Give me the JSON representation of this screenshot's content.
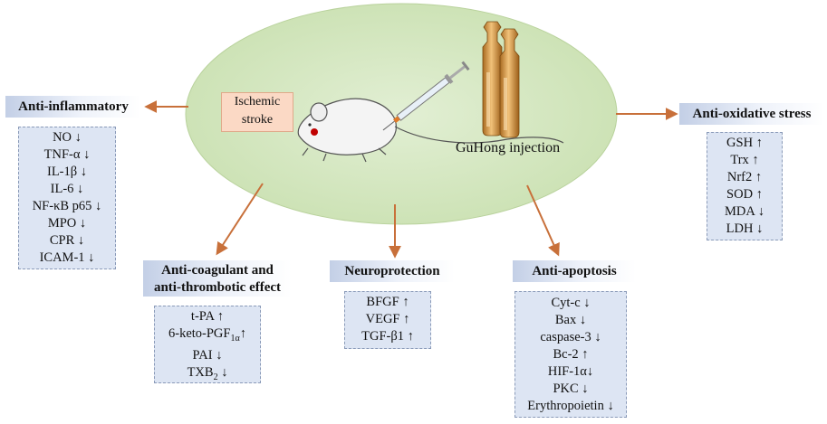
{
  "center": {
    "label_line1": "Ischemic",
    "label_line2": "stroke",
    "injection_label": "GuHong injection"
  },
  "groups": {
    "anti_inflammatory": {
      "title": "Anti-inflammatory",
      "items": [
        "NO ↓",
        "TNF-α ↓",
        "IL-1β ↓",
        "IL-6 ↓",
        "NF-κB p65 ↓",
        "MPO ↓",
        "CPR ↓",
        "ICAM-1 ↓"
      ]
    },
    "anti_coagulant": {
      "title_line1": "Anti-coagulant and",
      "title_line2": "anti-thrombotic effect",
      "items": [
        "t-PA ↑",
        "6-keto-PGF",
        "PAI ↓",
        "TXB",
        "1α",
        "↑",
        "2",
        "↓"
      ]
    },
    "neuroprotection": {
      "title": "Neuroprotection",
      "items": [
        "BFGF ↑",
        "VEGF ↑",
        "TGF-β1 ↑"
      ]
    },
    "anti_apoptosis": {
      "title": "Anti-apoptosis",
      "items": [
        "Cyt-c ↓",
        "Bax ↓",
        "caspase-3 ↓",
        "Bc-2 ↑",
        "HIF-1α↓",
        "PKC ↓",
        "Erythropoietin ↓"
      ]
    },
    "anti_oxidative": {
      "title": "Anti-oxidative stress",
      "items": [
        "GSH ↑",
        "Trx ↑",
        "Nrf2 ↑",
        "SOD ↑",
        "MDA ↓",
        "LDH ↓"
      ]
    }
  },
  "colors": {
    "ellipse_fill": "#d4e7c0",
    "arrow": "#c8703a",
    "header_gradient_start": "#c3cfe6",
    "box_fill": "#dde5f3",
    "box_border": "#8a9ab8",
    "stroke_label_fill": "#fbd9c5"
  }
}
